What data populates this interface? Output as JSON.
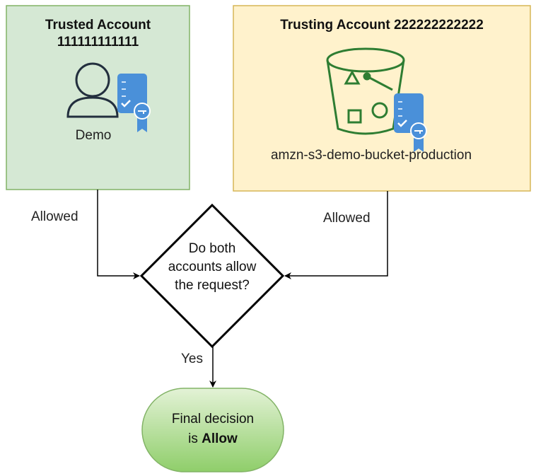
{
  "trusted": {
    "title_line1": "Trusted Account",
    "title_line2": "111111111111",
    "user_label": "Demo",
    "fill": "#d5e8d4",
    "stroke": "#82b366"
  },
  "trusting": {
    "title": "Trusting Account 222222222222",
    "bucket_label": "amzn-s3-demo-bucket-production",
    "fill": "#fff2cc",
    "stroke": "#d6b656"
  },
  "edges": {
    "left_label": "Allowed",
    "right_label": "Allowed",
    "yes_label": "Yes"
  },
  "decision": {
    "line1": "Do both",
    "line2": "accounts allow",
    "line3": "the request?"
  },
  "final": {
    "prefix": "Final decision",
    "is_text": "is ",
    "emphasis": "Allow"
  },
  "icons": [
    "user-icon",
    "certificate-icon",
    "s3-bucket-icon"
  ]
}
